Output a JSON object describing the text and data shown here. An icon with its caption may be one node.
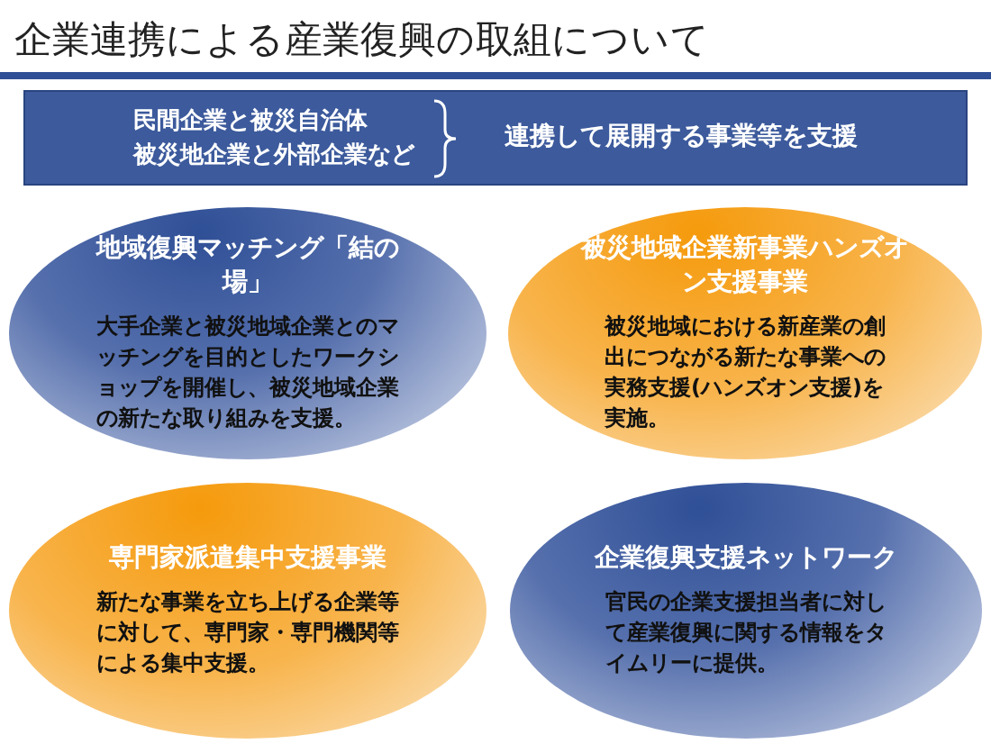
{
  "diagram": {
    "title": "企業連携による産業復興の取組について",
    "nodes": [
      {
        "text": [
          "民間企業と被災自治体",
          "被災地企業と外部企業など",
          "連携して展開する事業等を支援"
        ]
      },
      {
        "text": [
          "地域復興マッチング「結の場」",
          "大手企業と被災地域企業とのマッチングを目的としたワークショップを開催し、被災地域企業の新たな取り組みを支援。"
        ]
      },
      {
        "text": [
          "被災地域企業新事業ハンズオン支援事業",
          "被災地域における新産業の創出につながる新たな事業への実務支援(ハンズオン支援)を実施。"
        ]
      },
      {
        "text": [
          "専門家派遣集中支援事業",
          "新たな事業を立ち上げる企業等に対して、専門家・専門機関等による集中支援。"
        ]
      },
      {
        "text": [
          "企業復興支援ネットワーク",
          "官民の企業支援担当者に対して産業復興に関する情報をタイムリーに提供。"
        ]
      }
    ]
  }
}
